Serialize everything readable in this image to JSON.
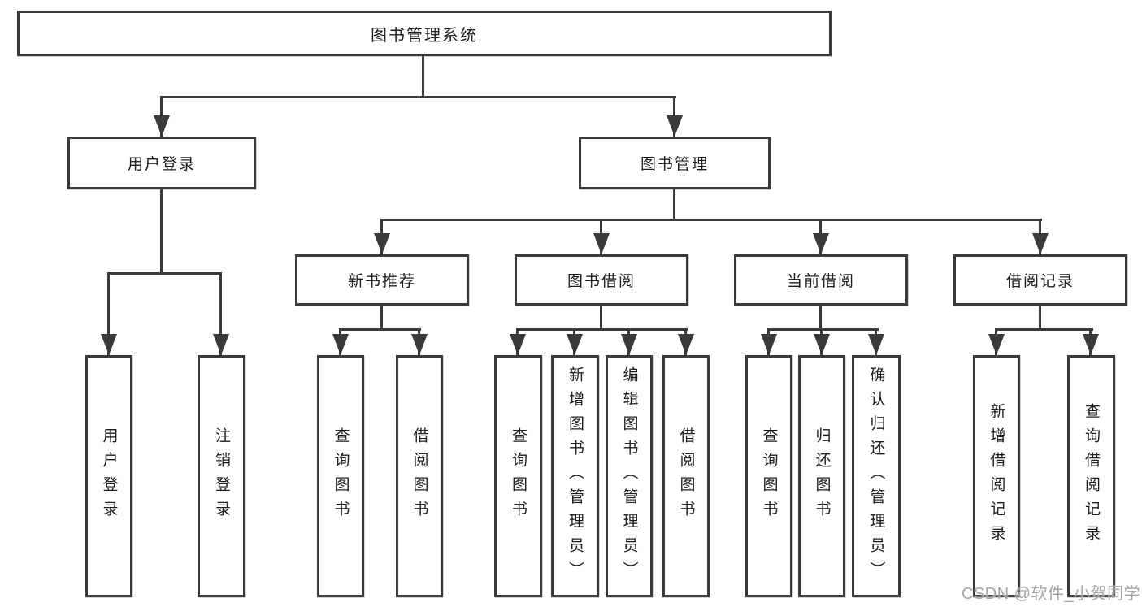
{
  "diagram": {
    "root": {
      "label": "图书管理系统"
    },
    "branches": [
      {
        "label": "用户登录",
        "children": [
          {
            "label": "用户登录"
          },
          {
            "label": "注销登录"
          }
        ]
      },
      {
        "label": "图书管理",
        "children": [
          {
            "label": "新书推荐",
            "children": [
              {
                "label": "查询图书"
              },
              {
                "label": "借阅图书"
              }
            ]
          },
          {
            "label": "图书借阅",
            "children": [
              {
                "label": "查询图书"
              },
              {
                "label": "新增图书（管理员）"
              },
              {
                "label": "编辑图书（管理员）"
              },
              {
                "label": "借阅图书"
              }
            ]
          },
          {
            "label": "当前借阅",
            "children": [
              {
                "label": "查询图书"
              },
              {
                "label": "归还图书"
              },
              {
                "label": "确认归还（管理员）"
              }
            ]
          },
          {
            "label": "借阅记录",
            "children": [
              {
                "label": "新增借阅记录"
              },
              {
                "label": "查询借阅记录"
              }
            ]
          }
        ]
      }
    ],
    "watermark": "CSDN @软件_小贺同学",
    "colors": {
      "line": "#3a3a3a",
      "text": "#1d1d1d",
      "watermark": "#a4a4a4",
      "background": "#ffffff"
    }
  }
}
